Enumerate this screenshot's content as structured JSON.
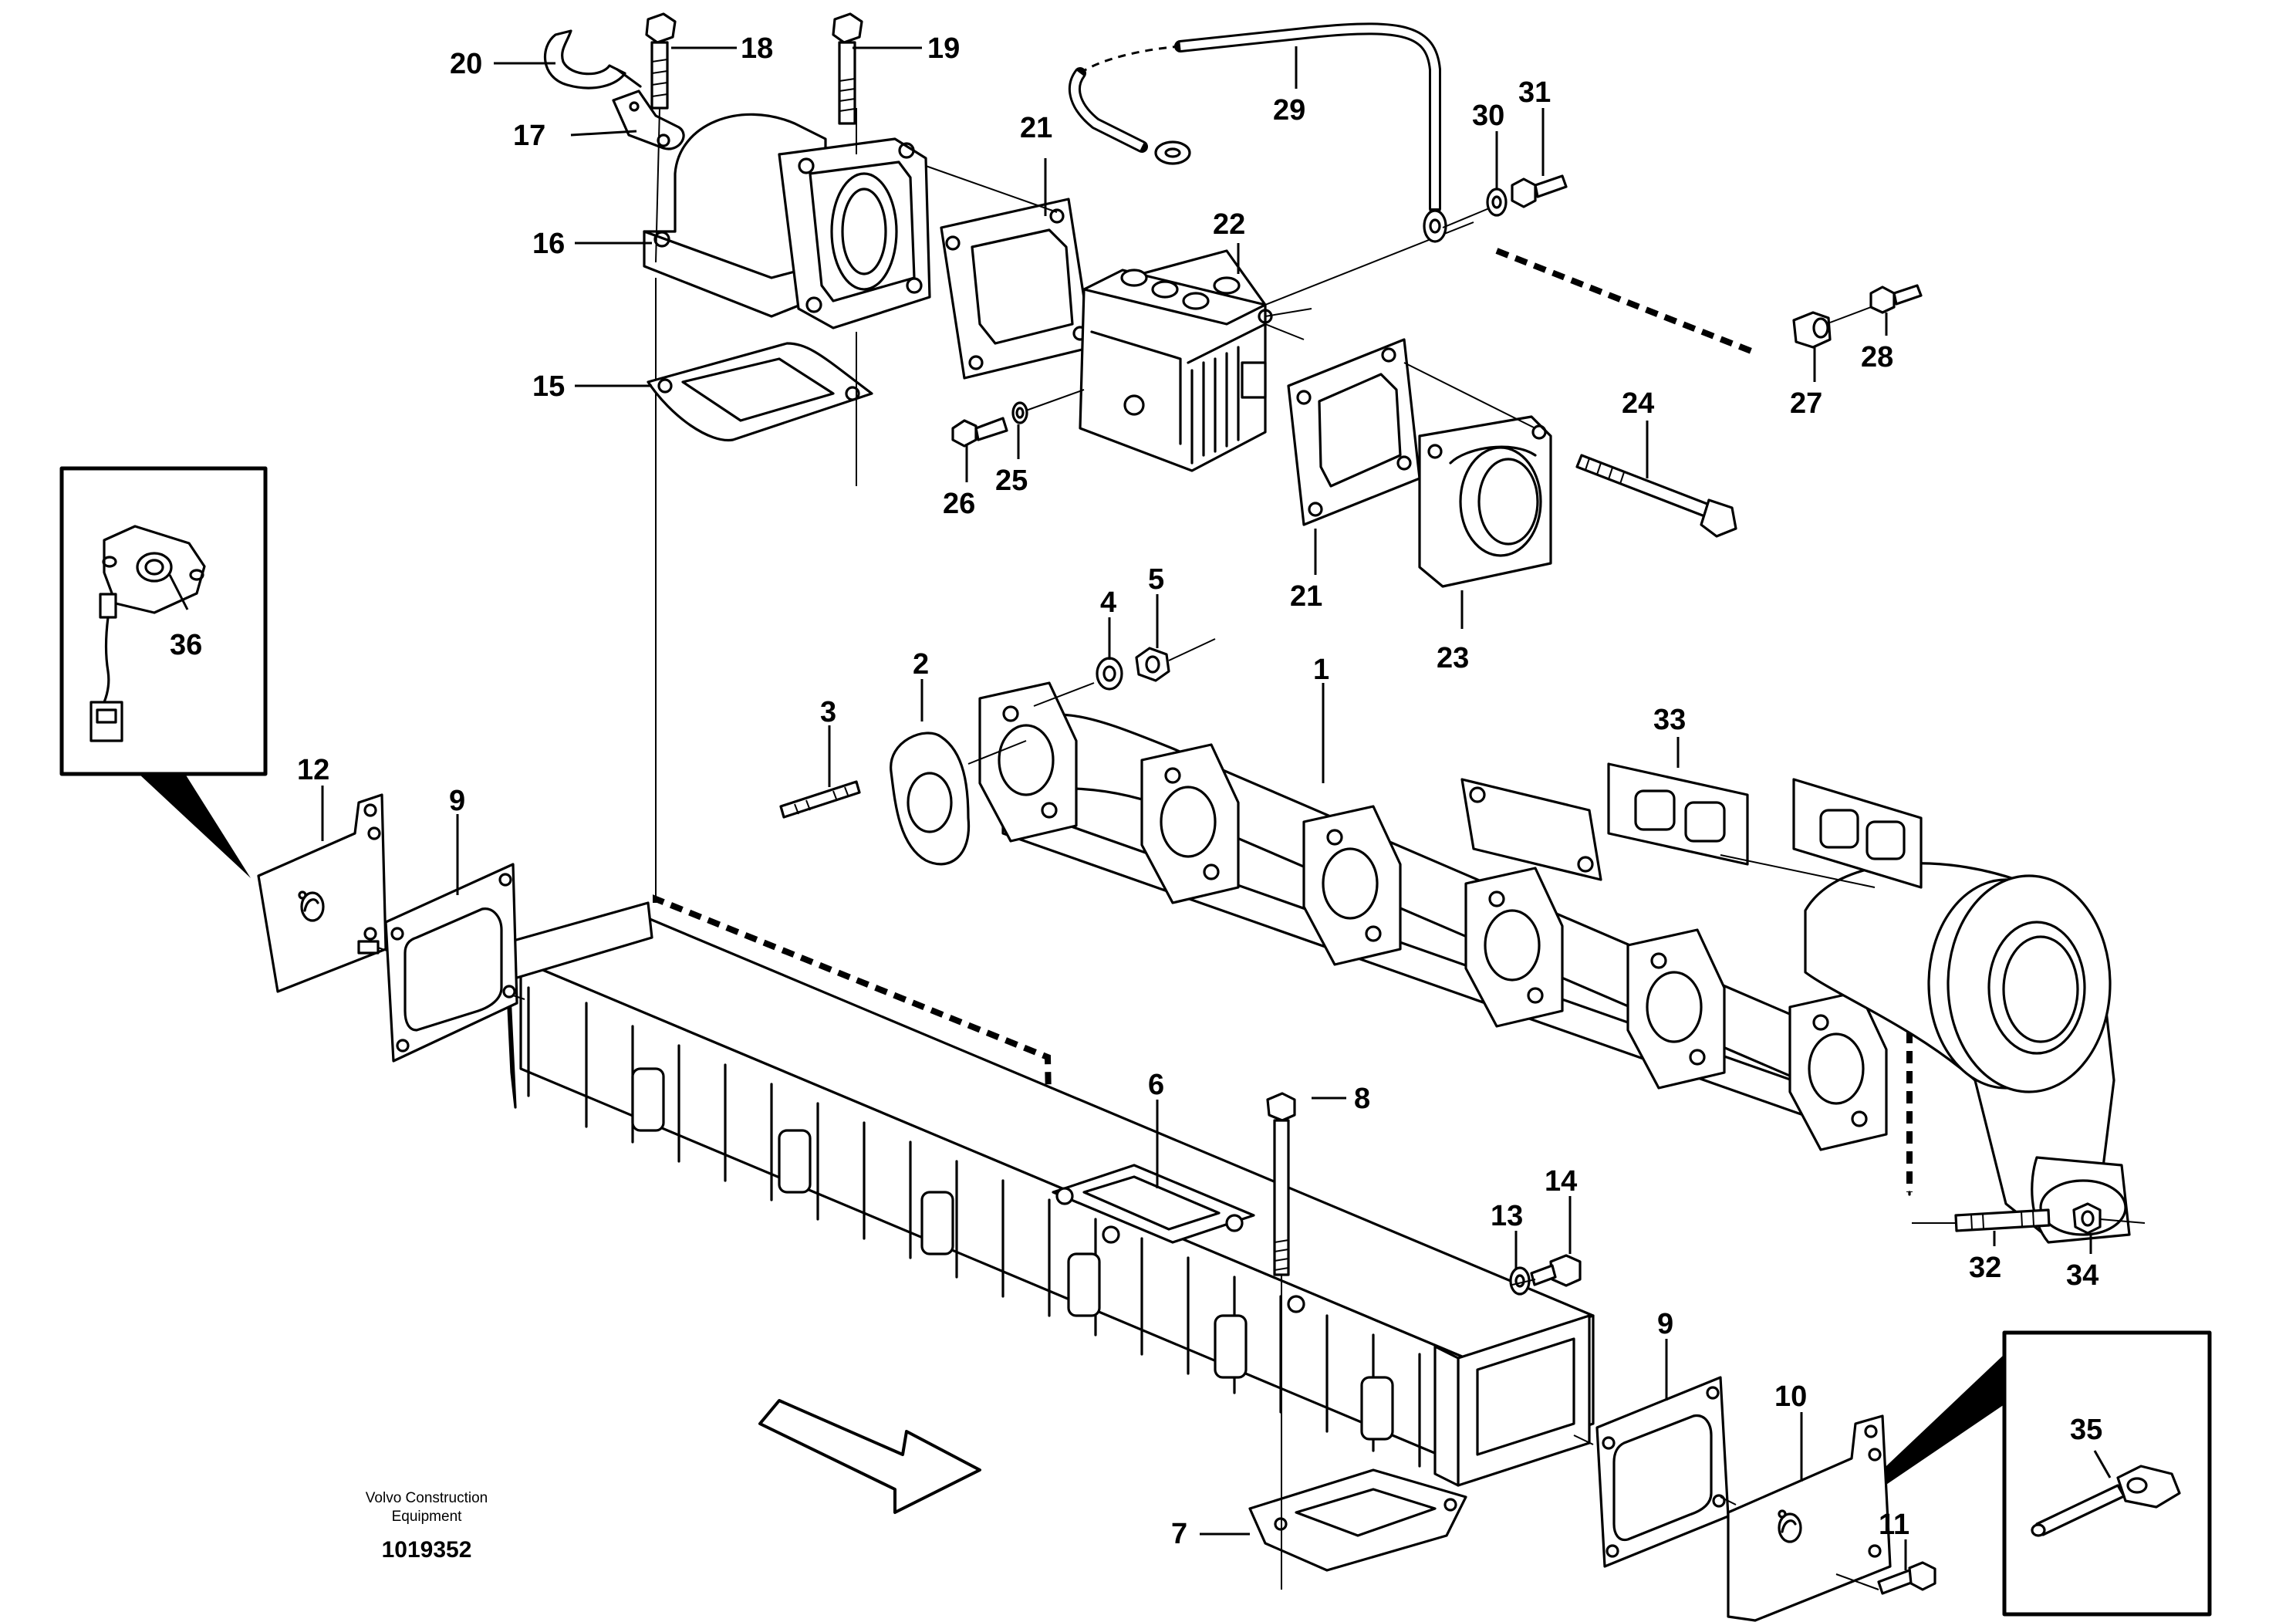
{
  "diagram": {
    "labels": [
      "1",
      "2",
      "3",
      "4",
      "5",
      "6",
      "7",
      "8",
      "9",
      "9",
      "10",
      "11",
      "12",
      "13",
      "14",
      "15",
      "16",
      "17",
      "18",
      "19",
      "20",
      "21",
      "21",
      "22",
      "23",
      "24",
      "25",
      "26",
      "27",
      "28",
      "29",
      "30",
      "31",
      "32",
      "33",
      "34",
      "35",
      "36"
    ],
    "credit_line1": "Volvo Construction",
    "credit_line2": "Equipment",
    "reference_number": "1019352"
  }
}
